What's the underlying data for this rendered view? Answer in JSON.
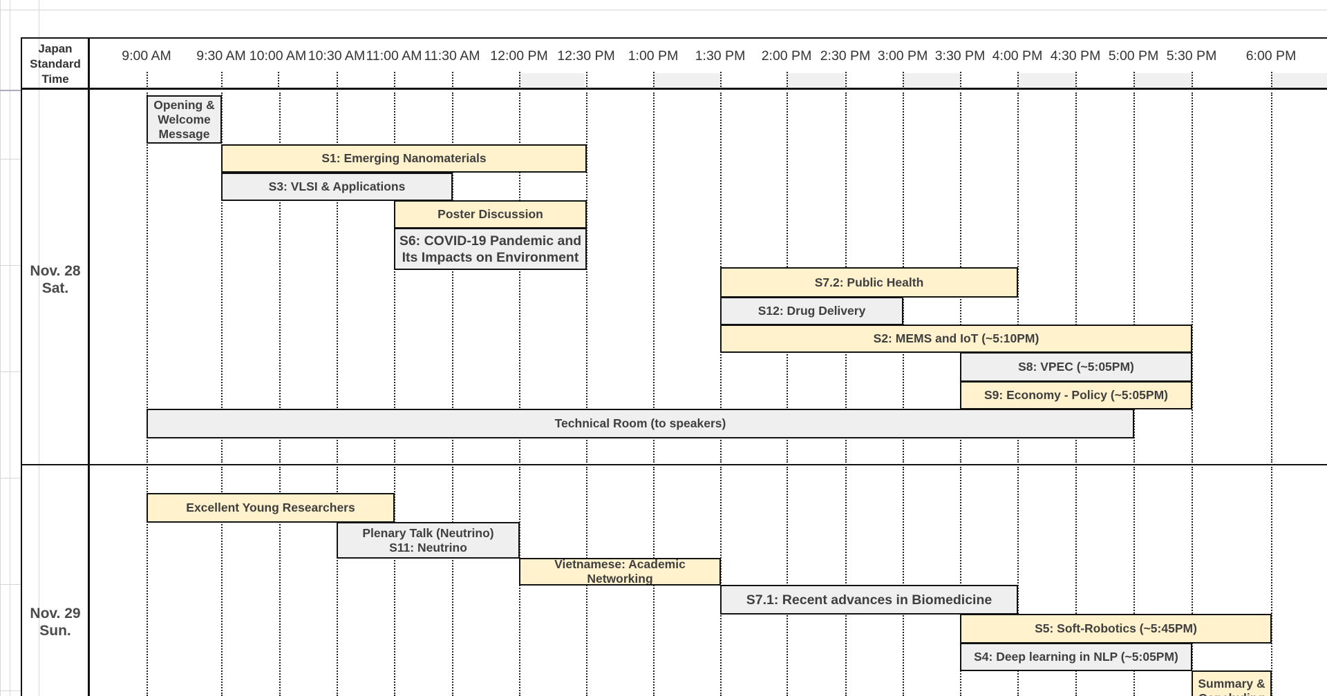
{
  "header": {
    "timezone_label": "Japan\nStandard\nTime",
    "times": [
      "9:00 AM",
      "9:30 AM",
      "10:00 AM",
      "10:30 AM",
      "11:00 AM",
      "11:30 AM",
      "12:00 PM",
      "12:30 PM",
      "1:00 PM",
      "1:30 PM",
      "2:00 PM",
      "2:30 PM",
      "3:00 PM",
      "3:30 PM",
      "4:00 PM",
      "4:30 PM",
      "5:00 PM",
      "5:30 PM",
      "6:00 PM"
    ]
  },
  "days": [
    {
      "date": "Nov. 28",
      "weekday": "Sat.",
      "sessions": [
        {
          "title": "Opening &\nWelcome\nMessage",
          "color": "gray",
          "start": "9:00 AM",
          "end": "9:30 AM"
        },
        {
          "title": "S1: Emerging Nanomaterials",
          "color": "yellow",
          "start": "9:30 AM",
          "end": "12:30 PM"
        },
        {
          "title": "S3: VLSI & Applications",
          "color": "gray",
          "start": "9:30 AM",
          "end": "11:30 AM"
        },
        {
          "title": "Poster Discussion",
          "color": "yellow",
          "start": "11:00 AM",
          "end": "12:30 PM"
        },
        {
          "title": "S6: COVID-19 Pandemic and\nIts Impacts on Environment",
          "color": "gray",
          "start": "11:00 AM",
          "end": "12:30 PM",
          "large": true
        },
        {
          "title": "S7.2: Public Health",
          "color": "yellow",
          "start": "1:30 PM",
          "end": "4:00 PM"
        },
        {
          "title": "S12: Drug Delivery",
          "color": "gray",
          "start": "1:30 PM",
          "end": "3:00 PM"
        },
        {
          "title": "S2: MEMS and IoT (~5:10PM)",
          "color": "yellow",
          "start": "1:30 PM",
          "end": "5:30 PM"
        },
        {
          "title": "S8: VPEC (~5:05PM)",
          "color": "gray",
          "start": "3:30 PM",
          "end": "5:30 PM"
        },
        {
          "title": "S9: Economy - Policy (~5:05PM)",
          "color": "yellow",
          "start": "3:30 PM",
          "end": "5:30 PM"
        },
        {
          "title": "Technical Room (to speakers)",
          "color": "gray",
          "start": "9:00 AM",
          "end": "5:00 PM"
        }
      ]
    },
    {
      "date": "Nov. 29",
      "weekday": "Sun.",
      "sessions": [
        {
          "title": "Excellent Young Researchers",
          "color": "yellow",
          "start": "9:00 AM",
          "end": "11:00 AM"
        },
        {
          "title": "Plenary Talk (Neutrino)\nS11: Neutrino",
          "color": "gray",
          "start": "10:30 AM",
          "end": "12:00 PM"
        },
        {
          "title": "Vietnamese: Academic Networking",
          "color": "yellow",
          "start": "12:00 PM",
          "end": "1:30 PM"
        },
        {
          "title": "S7.1: Recent advances in Biomedicine",
          "color": "gray",
          "start": "1:30 PM",
          "end": "4:00 PM",
          "large": true
        },
        {
          "title": "S5: Soft-Robotics (~5:45PM)",
          "color": "yellow",
          "start": "3:30 PM",
          "end": "6:00 PM"
        },
        {
          "title": "S4: Deep learning in NLP (~5:05PM)",
          "color": "gray",
          "start": "3:30 PM",
          "end": "5:30 PM"
        },
        {
          "title": "Summary &\nConcluding",
          "color": "yellow",
          "start": "5:30 PM",
          "end": "6:00 PM"
        }
      ]
    }
  ],
  "colors": {
    "yellow": "#fff2cc",
    "gray": "#efefef",
    "border": "#111111"
  }
}
